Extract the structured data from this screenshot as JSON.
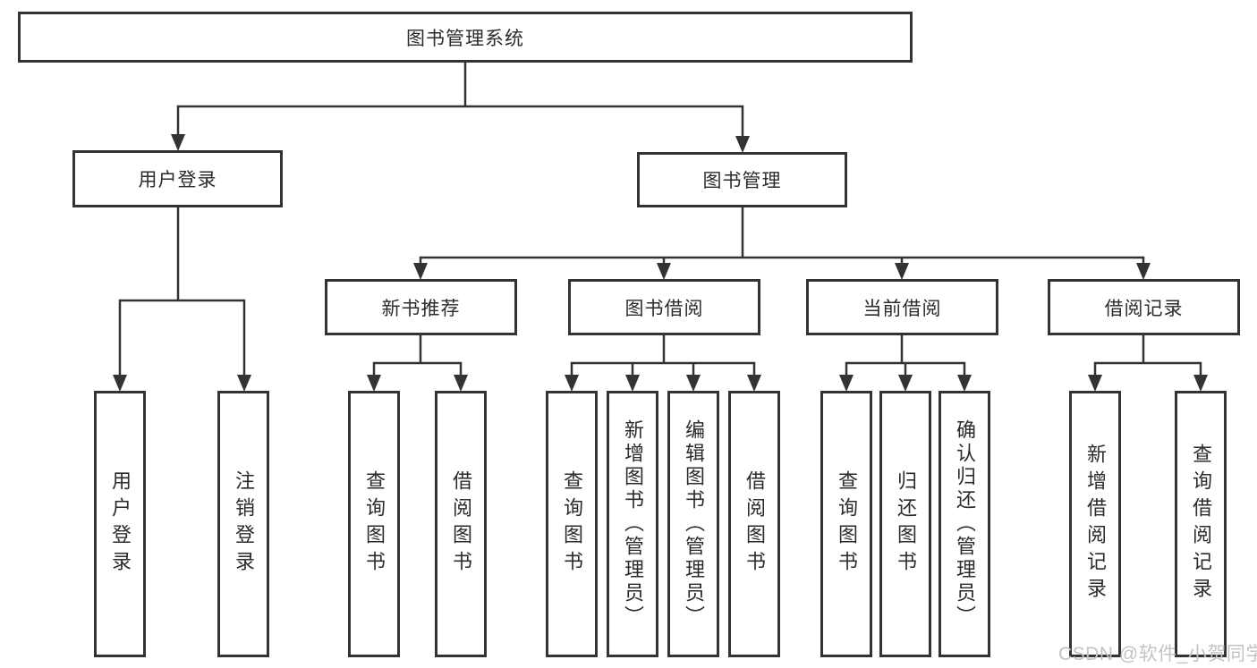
{
  "diagram": {
    "root": {
      "label": "图书管理系统"
    },
    "branches": [
      {
        "label": "用户登录",
        "children": [
          {
            "label": "用户登录"
          },
          {
            "label": "注销登录"
          }
        ]
      },
      {
        "label": "图书管理",
        "sections": [
          {
            "label": "新书推荐",
            "children": [
              {
                "label": "查询图书"
              },
              {
                "label": "借阅图书"
              }
            ]
          },
          {
            "label": "图书借阅",
            "children": [
              {
                "label": "查询图书"
              },
              {
                "label": "新增图书（管理员）"
              },
              {
                "label": "编辑图书（管理员）"
              },
              {
                "label": "借阅图书"
              }
            ]
          },
          {
            "label": "当前借阅",
            "children": [
              {
                "label": "查询图书"
              },
              {
                "label": "归还图书"
              },
              {
                "label": "确认归还（管理员）"
              }
            ]
          },
          {
            "label": "借阅记录",
            "children": [
              {
                "label": "新增借阅记录"
              },
              {
                "label": "查询借阅记录"
              }
            ]
          }
        ]
      }
    ],
    "watermark": "CSDN @软件_小贺同学",
    "colors": {
      "line": "#333333",
      "text": "#2b2b2b",
      "box_background": "#ffffff",
      "watermark": "#c0c4c8",
      "background": "#ffffff"
    }
  }
}
